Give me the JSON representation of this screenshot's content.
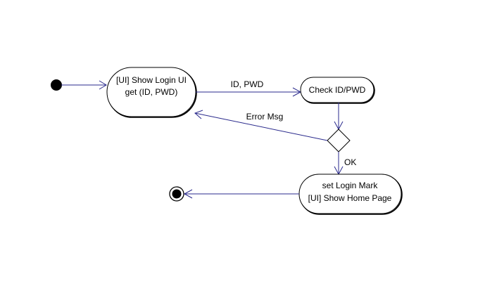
{
  "diagram": {
    "type": "uml-activity-diagram",
    "colors": {
      "edge": "#2a2a8c",
      "node_border": "#000000",
      "node_fill": "#ffffff",
      "initial_fill": "#000000",
      "background": "#ffffff"
    },
    "nodes": {
      "initial": {
        "kind": "initial-node"
      },
      "show_login": {
        "kind": "activity",
        "lines": [
          "[UI] Show Login UI",
          "get (ID, PWD)"
        ]
      },
      "check": {
        "kind": "activity",
        "lines": [
          "Check ID/PWD"
        ]
      },
      "decision": {
        "kind": "decision-node"
      },
      "home": {
        "kind": "activity",
        "lines": [
          "set Login Mark",
          "[UI] Show Home Page"
        ]
      },
      "final": {
        "kind": "final-node"
      }
    },
    "edges": [
      {
        "from": "initial",
        "to": "show_login",
        "label": ""
      },
      {
        "from": "show_login",
        "to": "check",
        "label": "ID, PWD"
      },
      {
        "from": "check",
        "to": "decision",
        "label": ""
      },
      {
        "from": "decision",
        "to": "show_login",
        "label": "Error Msg"
      },
      {
        "from": "decision",
        "to": "home",
        "label": "OK"
      },
      {
        "from": "home",
        "to": "final",
        "label": ""
      }
    ]
  }
}
